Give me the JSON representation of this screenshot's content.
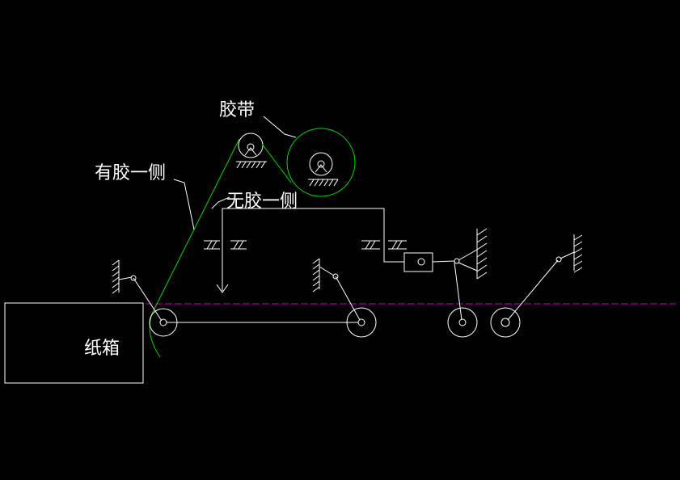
{
  "labels": {
    "tape": "胶带",
    "adhesive_side": "有胶一侧",
    "non_adhesive_side": "无胶一侧",
    "carton": "纸箱"
  },
  "colors": {
    "background": "#000000",
    "lines": "#ffffff",
    "tape": "#00e000",
    "reference_line": "#c000c0"
  }
}
